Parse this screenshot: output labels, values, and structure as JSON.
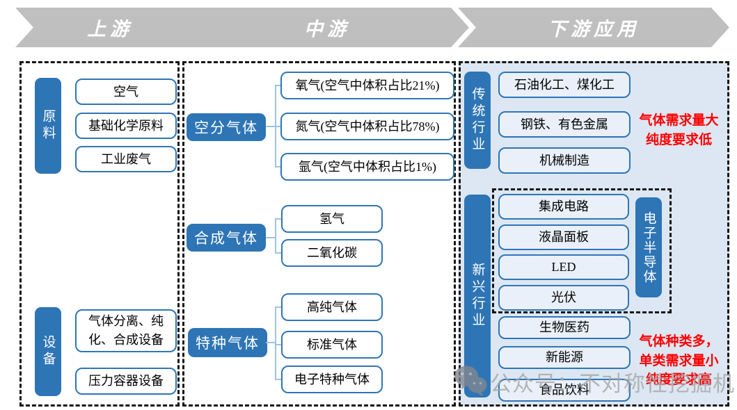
{
  "banner": {
    "stages": [
      {
        "label": "上游"
      },
      {
        "label": "中游"
      },
      {
        "label": "下游应用"
      }
    ]
  },
  "upstream": {
    "materials": {
      "label": "原料",
      "items": [
        "空气",
        "基础化学原料",
        "工业废气"
      ]
    },
    "equipment": {
      "label": "设备",
      "items": [
        "气体分离、纯化、合成设备",
        "压力容器设备"
      ]
    }
  },
  "midstream": {
    "air_separation": {
      "label": "空分气体",
      "items": [
        "氧气(空气中体积占比21%)",
        "氮气(空气中体积占比78%)",
        "氩气(空气中体积占比1%)"
      ]
    },
    "synthetic": {
      "label": "合成气体",
      "items": [
        "氢气",
        "二氧化碳"
      ]
    },
    "specialty": {
      "label": "特种气体",
      "items": [
        "高纯气体",
        "标准气体",
        "电子特种气体"
      ]
    }
  },
  "downstream": {
    "traditional": {
      "label": "传统行业",
      "items": [
        "石油化工、煤化工",
        "钢铁、有色金属",
        "机械制造"
      ],
      "note": "气体需求量大\n纯度要求低"
    },
    "emerging": {
      "label": "新兴行业",
      "semiconductor": {
        "label": "电子半导体",
        "items": [
          "集成电路",
          "液晶面板",
          "LED",
          "光伏"
        ]
      },
      "other_items": [
        "生物医药",
        "新能源",
        "食品饮料"
      ],
      "note": "气体种类多，\n单类需求量小\n纯度要求高"
    }
  },
  "watermark": {
    "icon": "wechat-icon",
    "text": "公众号：不对称性挖掘机"
  },
  "colors": {
    "accent_blue": "#2E75B6",
    "panel_light_blue": "#DCE7F3",
    "box_light_blue_fill": "#E9F0F9",
    "arrow_gray": "#BFBFBF",
    "connector_blue": "#9DC3E6",
    "note_red": "#FF0000",
    "dashed_border": "#141414"
  }
}
